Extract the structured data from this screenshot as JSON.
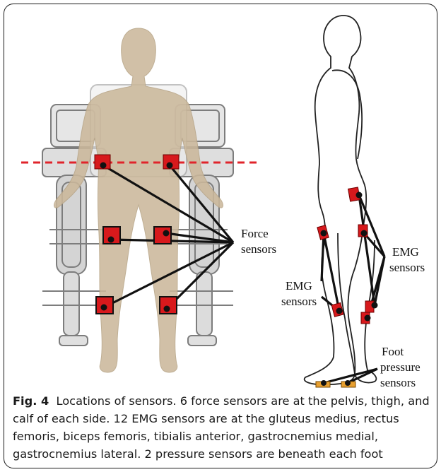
{
  "figure": {
    "left_labels": {
      "force_sensors": [
        "Force",
        "sensors"
      ]
    },
    "right_labels": {
      "emg_right": [
        "EMG",
        "sensors"
      ],
      "emg_left": [
        "EMG",
        "sensors"
      ],
      "foot_pressure": [
        "Foot",
        "pressure",
        "sensors"
      ]
    },
    "colors": {
      "sensor_red": "#d7191c",
      "dashed_line": "#e0242b",
      "body_fill": "#cbb89b",
      "exoskeleton": "#8a8a8a",
      "foot_sensor": "#e8a030"
    }
  },
  "caption": {
    "label": "Fig. 4",
    "text": "Locations of sensors. 6 force sensors are at the pelvis, thigh, and calf of each side. 12 EMG sensors are at the gluteus medius, rectus femoris, biceps femoris, tibialis anterior, gastrocnemius medial, gastrocnemius lateral. 2 pressure sensors are beneath each foot"
  }
}
